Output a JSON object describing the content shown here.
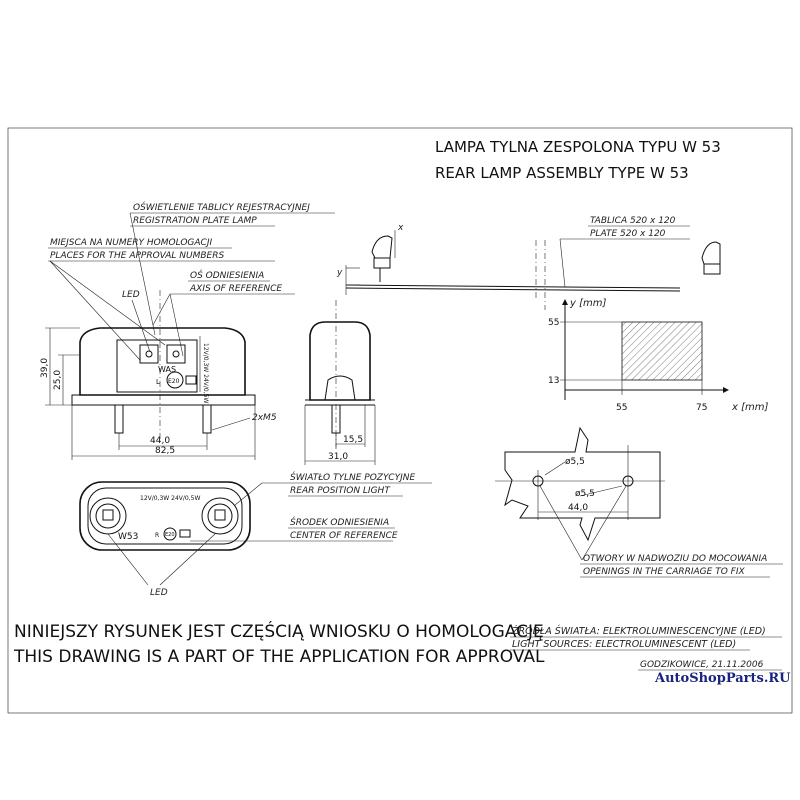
{
  "title": {
    "line1": "LAMPA TYLNA ZESPOLONA TYPU W 53",
    "line2": "REAR LAMP ASSEMBLY TYPE W 53"
  },
  "callouts": {
    "plate_lamp_pl": "OŚWIETLENIE TABLICY REJESTRACYJNEJ",
    "plate_lamp_en": "REGISTRATION PLATE LAMP",
    "approval_places_pl": "MIEJSCA NA NUMERY HOMOLOGACJI",
    "approval_places_en": "PLACES FOR THE APPROVAL NUMBERS",
    "axis_pl": "OŚ ODNIESIENIA",
    "axis_en": "AXIS OF REFERENCE",
    "led_top": "LED",
    "rear_position_pl": "ŚWIATŁO TYLNE POZYCYJNE",
    "rear_position_en": "REAR POSITION LIGHT",
    "center_pl": "ŚRODEK ODNIESIENIA",
    "center_en": "CENTER OF REFERENCE",
    "led_bottom": "LED",
    "holes_pl": "OTWORY W NADWOZIU DO MOCOWANIA",
    "holes_en": "OPENINGS IN THE CARRIAGE TO FIX",
    "plate_pl": "TABLICA 520 x 120",
    "plate_en": "PLATE 520 x 120"
  },
  "lamp_marks": {
    "was": "WAS",
    "e_top": "E20",
    "l": "L",
    "rating_vertical": "12V/0,3W 24V/0,5W",
    "w53": "W53",
    "rating_front": "12V/0,3W 24V/0,5W",
    "e_front": "E20",
    "r": "R"
  },
  "dimensions": {
    "h39": "39,0",
    "h25": "25,0",
    "w44": "44,0",
    "w82": "82,5",
    "m5": "2xM5",
    "s155": "15,5",
    "s31": "31,0",
    "x_label": "x",
    "y_label": "y",
    "hole_d1": "ø5,5",
    "hole_d2": "ø5,5",
    "hole_pitch": "44,0"
  },
  "graph": {
    "y_axis_label": "y [mm]",
    "x_axis_label": "x [mm]",
    "y_ticks": [
      "55",
      "13"
    ],
    "x_ticks": [
      "55",
      "75"
    ]
  },
  "statement": {
    "pl": "NINIEJSZY RYSUNEK JEST CZĘŚCIĄ WNIOSKU O HOMOLOGACJĘ",
    "en": "THIS DRAWING IS A PART OF THE APPLICATION FOR APPROVAL"
  },
  "light_sources": {
    "pl": "ŹRÓDŁA ŚWIATŁA: ELEKTROLUMINESCENCYJNE (LED)",
    "en": "LIGHT SOURCES: ELECTROLUMINESCENT (LED)"
  },
  "place_date": "GODZIKOWICE, 21.11.2006",
  "watermark": "AutoShopParts.RU",
  "colors": {
    "line": "#111111",
    "hatch": "#444444",
    "watermark": "#1a237e"
  }
}
